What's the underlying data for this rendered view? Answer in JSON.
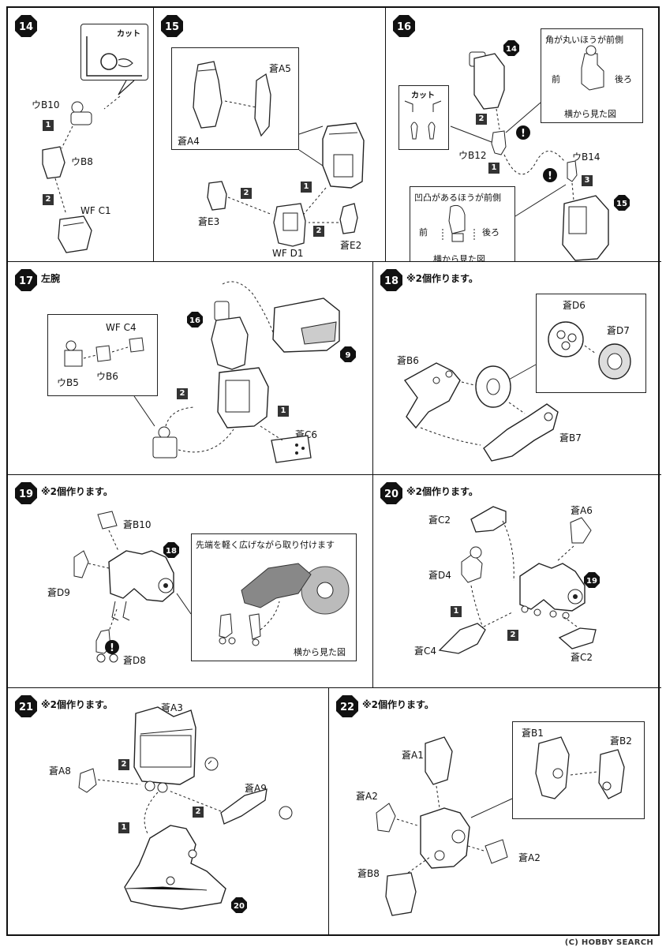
{
  "steps": [
    {
      "num": "14",
      "note": "",
      "labels": {
        "cut": "カット",
        "b10": "ウB10",
        "b8": "ウB8",
        "wfc1": "WF C1"
      },
      "seq": [
        "1",
        "2"
      ]
    },
    {
      "num": "15",
      "note": "",
      "labels": {
        "a5": "蒼A5",
        "a4": "蒼A4",
        "e3": "蒼E3",
        "e2": "蒼E2",
        "wfd1": "WF D1"
      },
      "seq": [
        "1",
        "2",
        "2"
      ]
    },
    {
      "num": "16",
      "note": "",
      "labels": {
        "front_round": "角が丸いほうが前側",
        "front": "前",
        "back": "後ろ",
        "side_view": "横から見た図",
        "cut": "カット",
        "b12": "ウB12",
        "b14": "ウB14",
        "front_bump": "凹凸があるほうが前側",
        "front2": "前",
        "back2": "後ろ",
        "side_view2": "横から見た図"
      },
      "seq": [
        "2",
        "1",
        "3"
      ],
      "refs": [
        "14",
        "15"
      ]
    },
    {
      "num": "17",
      "note": "左腕",
      "labels": {
        "wfc4": "WF C4",
        "b5": "ウB5",
        "b6": "ウB6",
        "c6": "蒼C6"
      },
      "seq": [
        "2",
        "1"
      ],
      "refs": [
        "16",
        "9"
      ]
    },
    {
      "num": "18",
      "note": "※2個作ります。",
      "labels": {
        "d6": "蒼D6",
        "d7": "蒼D7",
        "b6": "蒼B6",
        "b7": "蒼B7"
      }
    },
    {
      "num": "19",
      "note": "※2個作ります。",
      "labels": {
        "b10": "蒼B10",
        "d9": "蒼D9",
        "d8": "蒼D8",
        "tip": "先端を軽く広げながら取り付けます",
        "side_view": "横から見た図"
      },
      "refs": [
        "18"
      ]
    },
    {
      "num": "20",
      "note": "※2個作ります。",
      "labels": {
        "c2a": "蒼C2",
        "a6": "蒼A6",
        "d4": "蒼D4",
        "c4": "蒼C4",
        "c2b": "蒼C2"
      },
      "seq": [
        "1",
        "2"
      ],
      "refs": [
        "19"
      ]
    },
    {
      "num": "21",
      "note": "※2個作ります。",
      "labels": {
        "a3": "蒼A3",
        "a8": "蒼A8",
        "a9": "蒼A9"
      },
      "seq": [
        "2",
        "2",
        "1"
      ],
      "refs": [
        "20"
      ]
    },
    {
      "num": "22",
      "note": "※2個作ります。",
      "labels": {
        "b1": "蒼B1",
        "b2": "蒼B2",
        "a1": "蒼A1",
        "a2a": "蒼A2",
        "a2b": "蒼A2",
        "b8": "蒼B8"
      }
    }
  ],
  "watermark": "(C) HOBBY SEARCH"
}
